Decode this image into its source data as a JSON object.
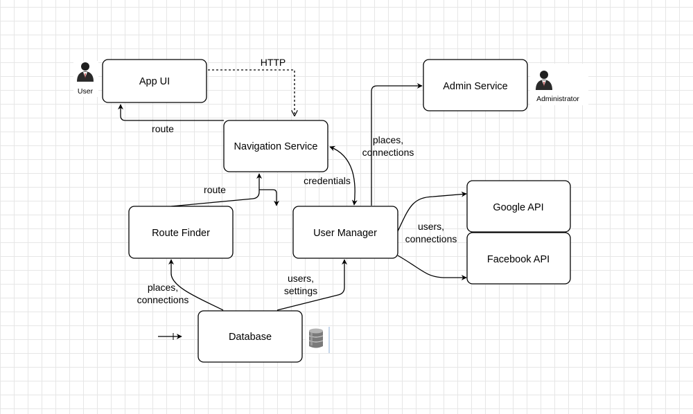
{
  "nodes": {
    "app_ui": "App UI",
    "navigation_service": "Navigation Service",
    "route_finder": "Route Finder",
    "user_manager": "User Manager",
    "admin_service": "Admin Service",
    "google_api": "Google API",
    "facebook_api": "Facebook API",
    "database": "Database"
  },
  "actors": {
    "user": "User",
    "administrator": "Administrator"
  },
  "edges": {
    "http": "HTTP",
    "route_to_app": "route",
    "route_from_finder": "route",
    "credentials": "credentials",
    "places_connections_admin": [
      "places,",
      "connections"
    ],
    "users_connections_apis": [
      "users,",
      "connections"
    ],
    "places_connections_db": [
      "places,",
      "connections"
    ],
    "users_settings_db": [
      "users,",
      "settings"
    ]
  },
  "icons": {
    "user_actor": "person-icon",
    "administrator_actor": "person-icon",
    "database_store": "database-cylinder-icon",
    "entry_arrow": "arrow-right-icon"
  }
}
